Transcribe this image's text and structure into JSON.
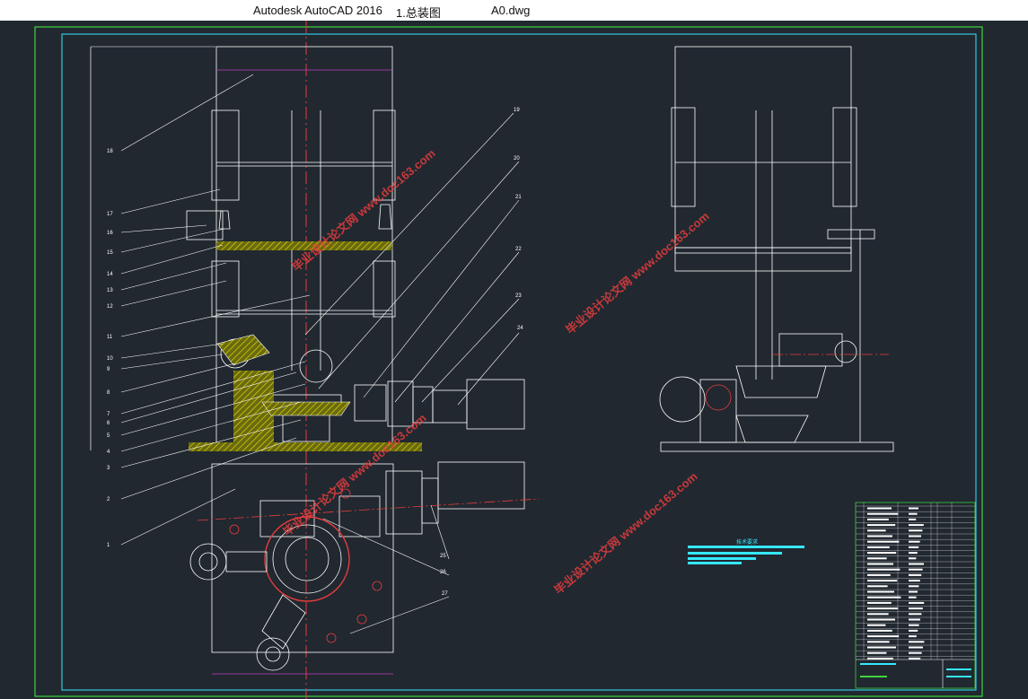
{
  "titlebar": {
    "app_name": "Autodesk AutoCAD 2016",
    "drawing_name": "1.总装图",
    "file_name": "A0.dwg"
  },
  "colors": {
    "background": "#212830",
    "frame_green": "#3fd43f",
    "frame_cyan": "#35e8ff",
    "line_white": "#ffffff",
    "centerline_red": "#e53d3d",
    "hatch_yellow": "#d8d000",
    "dim_magenta": "#c040c0"
  },
  "drawing": {
    "part_callouts": [
      "18",
      "17",
      "16",
      "15",
      "14",
      "13",
      "12",
      "11",
      "10",
      "9",
      "8",
      "7",
      "6",
      "5",
      "4",
      "3",
      "2",
      "1"
    ],
    "right_callouts": [
      "19",
      "20",
      "21",
      "22",
      "23",
      "24",
      "25",
      "26",
      "27"
    ],
    "tech_requirements_title": "技术要求",
    "watermark_text": "毕业设计论文网 www.doc163.com"
  }
}
